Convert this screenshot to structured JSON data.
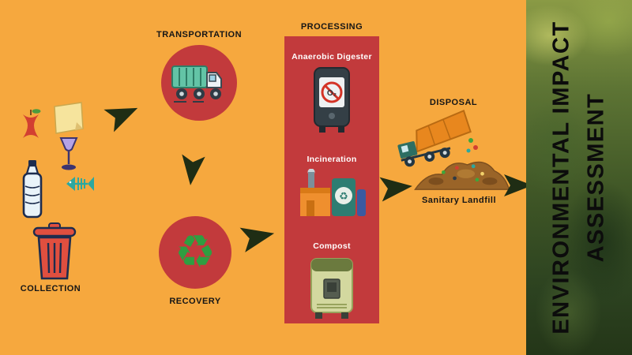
{
  "colors": {
    "background": "#F6A83E",
    "panel_red": "#C23A3C",
    "arrow": "#1F2D14",
    "strip_green": "#3F5626",
    "label_text": "#161616",
    "processing_text": "#FFFFFF"
  },
  "glyphs": {
    "recycle": "♻"
  },
  "stages": {
    "collection": {
      "label": "COLLECTION",
      "icons": [
        "apple-core",
        "sticky-note",
        "wine-glass",
        "fish-bone",
        "plastic-bottle",
        "trash-can"
      ]
    },
    "transportation": {
      "label": "TRANSPORTATION",
      "icon": "garbage-truck"
    },
    "recovery": {
      "label": "RECOVERY",
      "icon": "recycling-symbol"
    },
    "processing": {
      "label": "PROCESSING",
      "items": [
        {
          "label": "Anaerobic Digester",
          "icon": "anaerobic-digester",
          "screen_text": "O₂"
        },
        {
          "label": "Incineration",
          "icon": "incinerator"
        },
        {
          "label": "Compost",
          "icon": "compost-bin"
        }
      ]
    },
    "disposal": {
      "label": "DISPOSAL",
      "sublabel": "Sanitary Landfill",
      "icon": "dump-truck-landfill"
    },
    "assessment": {
      "line1": "ENVIRONMENTAL IMPACT",
      "line2": "ASSESSMENT"
    }
  },
  "flow": [
    "COLLECTION",
    "TRANSPORTATION",
    "RECOVERY",
    "PROCESSING",
    "DISPOSAL",
    "ENVIRONMENTAL IMPACT ASSESSMENT"
  ]
}
